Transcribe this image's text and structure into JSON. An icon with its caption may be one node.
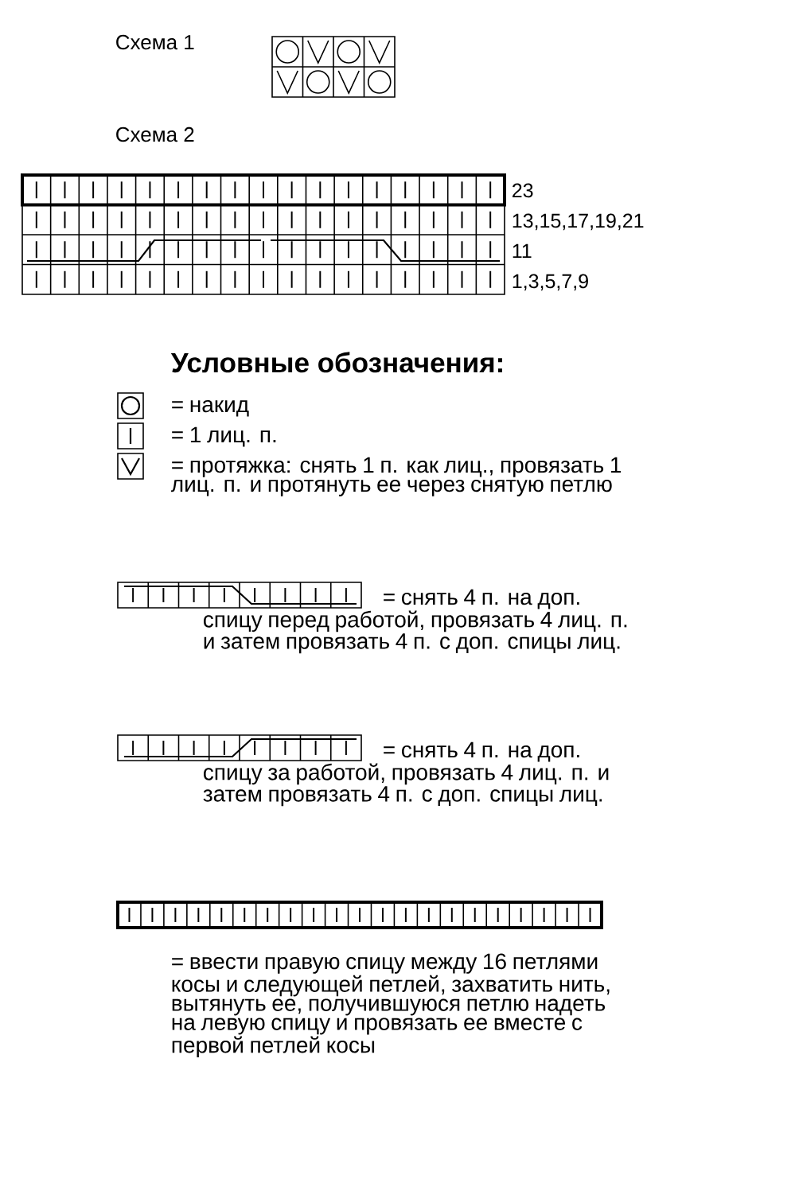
{
  "diagram": {
    "labels": [
      "Схема 1",
      "Схема 2",
      "23",
      "13,15,17,19,21",
      "11",
      "1,3,5,7,9",
      "Условные обозначения:"
    ],
    "legend": [
      {
        "text": "= накид"
      },
      {
        "text": "= 1 лиц. п."
      },
      {
        "text": "= протяжка: снять 1 п. как лиц., провязать 1 лиц. п. и протянуть ее через снятую петлю"
      },
      {
        "text": "= снять 4 п. на доп. спицу перед работой, провязать 4 лиц. п. и затем провязать 4 п. с доп. спицы лиц."
      },
      {
        "text": "= снять 4 п. на доп. спицу за работой, провязать 4 лиц. п. и затем провязать 4 п. с доп. спицы лиц."
      },
      {
        "text": "= ввести правую спицу между 16 петлями косы и следующей петлей, захватить нить, вытянуть ее, получившуюся петлю надеть на левую спицу и провязать ее вместе с первой петлей косы"
      }
    ]
  }
}
